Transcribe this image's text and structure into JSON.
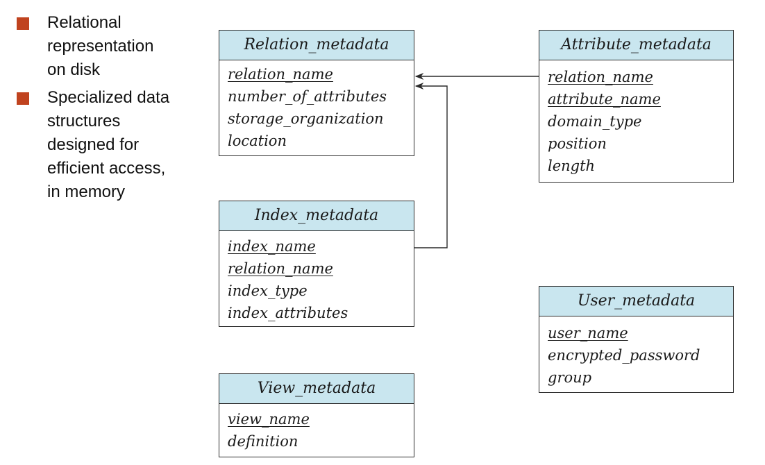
{
  "bullets": [
    {
      "text": "Relational\nrepresentation\non disk"
    },
    {
      "text": "Specialized data\nstructures\ndesigned for\nefficient access,\nin memory"
    }
  ],
  "tables": {
    "relation_metadata": {
      "title": "Relation_metadata",
      "attributes": [
        "relation_name",
        "number_of_attributes",
        "storage_organization",
        "location"
      ]
    },
    "attribute_metadata": {
      "title": "Attribute_metadata",
      "attributes": [
        "relation_name",
        "attribute_name",
        "domain_type",
        "position",
        "length"
      ]
    },
    "index_metadata": {
      "title": "Index_metadata",
      "attributes": [
        "index_name",
        "relation_name",
        "index_type",
        "index_attributes"
      ]
    },
    "user_metadata": {
      "title": "User_metadata",
      "attributes": [
        "user_name",
        "encrypted_password",
        "group"
      ]
    },
    "view_metadata": {
      "title": "View_metadata",
      "attributes": [
        "view_name",
        "definition"
      ]
    }
  },
  "colors": {
    "bullet": "#c0431f",
    "header_fill": "#c9e6ef",
    "border": "#2a2a2a"
  }
}
